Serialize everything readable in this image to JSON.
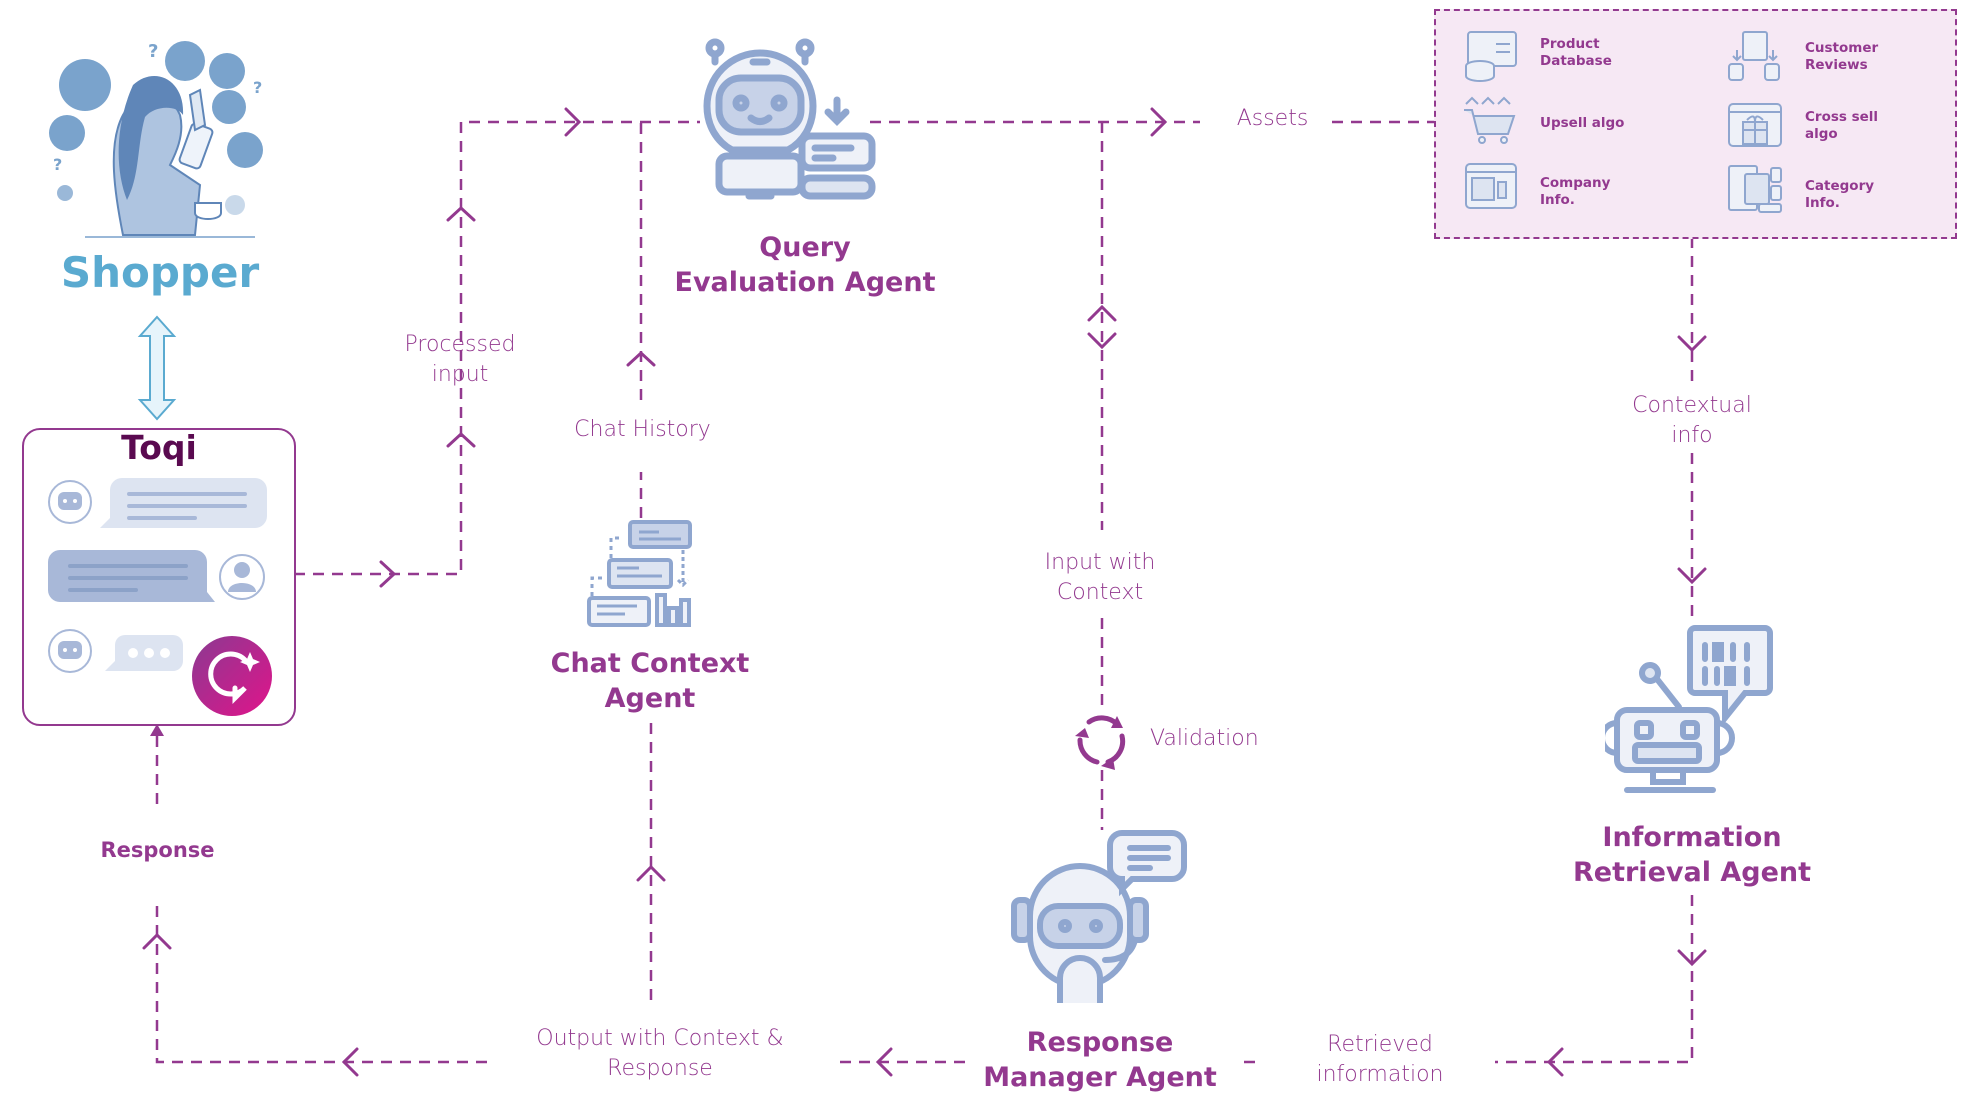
{
  "actors": {
    "shopper": {
      "label": "Shopper"
    },
    "toqi": {
      "label": "Toqi"
    }
  },
  "agents": {
    "query_evaluation": {
      "label": "Query\nEvaluation Agent"
    },
    "chat_context": {
      "label": "Chat Context\nAgent"
    },
    "response_manager": {
      "label": "Response\nManager Agent"
    },
    "information_retrieval": {
      "label": "Information\nRetrieval Agent"
    }
  },
  "assets": {
    "label": "Assets",
    "items": [
      {
        "label": "Product\nDatabase",
        "icon": "product-database-icon"
      },
      {
        "label": "Customer\nReviews",
        "icon": "customer-reviews-icon"
      },
      {
        "label": "Upsell algo",
        "icon": "upsell-cart-icon"
      },
      {
        "label": "Cross sell\nalgo",
        "icon": "cross-sell-gift-icon"
      },
      {
        "label": "Company\nInfo.",
        "icon": "company-info-icon"
      },
      {
        "label": "Category\nInfo.",
        "icon": "category-info-icon"
      }
    ]
  },
  "flows": {
    "processed_input": "Processed\ninput",
    "chat_history": "Chat History",
    "input_with_context": "Input with\nContext",
    "validation": "Validation",
    "contextual_info": "Contextual\ninfo",
    "retrieved_information": "Retrieved\ninformation",
    "output_with_context": "Output with Context &\nResponse",
    "response": "Response"
  },
  "colors": {
    "accent": "#93398f",
    "icon_blue": "#8fa6cf",
    "icon_fill": "#dde4f1",
    "shopper_blue": "#5aaad0",
    "toqi_dark": "#5a0a50",
    "assets_bg": "#f6e8f4"
  }
}
